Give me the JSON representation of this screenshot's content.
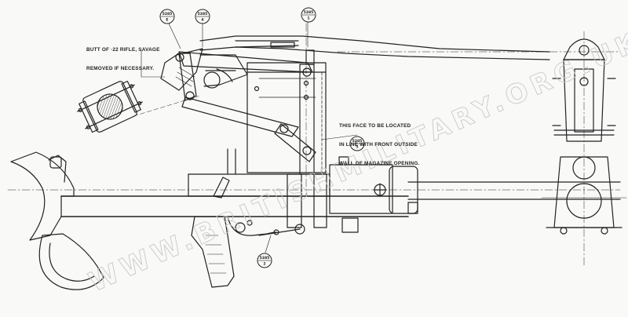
{
  "notes": {
    "butt_line1": "BUTT OF ·22 RIFLE, SAVAGE",
    "butt_line2": "REMOVED IF NECESSARY.",
    "face_line1": "THIS FACE TO BE LOCATED",
    "face_line2": "IN LINE WITH FRONT OUTSIDE",
    "face_line3": "WALL OF MAGAZINE OPENING."
  },
  "part_tags": [
    {
      "num": "5385",
      "sub": "E"
    },
    {
      "num": "5385",
      "sub": "4"
    },
    {
      "num": "5385",
      "sub": "1"
    },
    {
      "num": "5385",
      "sub": "5"
    },
    {
      "num": "5385",
      "sub": "2"
    }
  ],
  "watermark": "WWW.BRITISHMILITARY.ORG.UK",
  "colors": {
    "ink": "#222222",
    "paper": "#f9f9f7",
    "watermark": "#c9c9c9"
  }
}
